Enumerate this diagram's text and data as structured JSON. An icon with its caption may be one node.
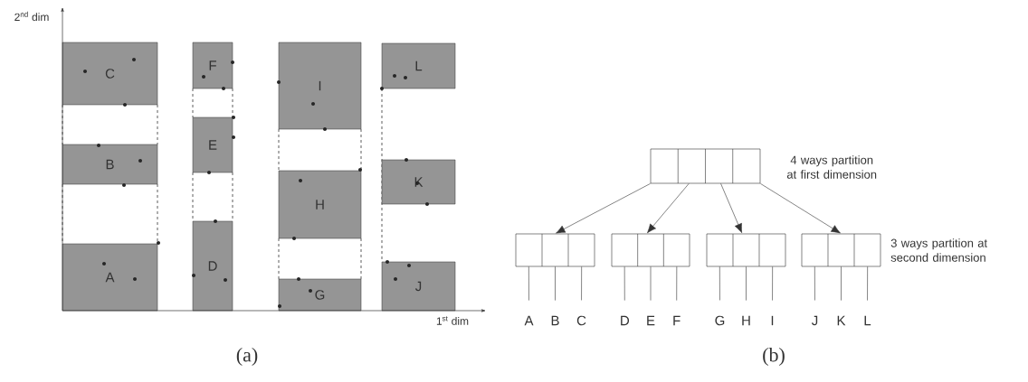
{
  "diagram": {
    "nodes": [
      {
        "text": [
          "C"
        ]
      },
      {
        "text": [
          "B"
        ]
      },
      {
        "text": [
          "A"
        ]
      },
      {
        "text": [
          "F"
        ]
      },
      {
        "text": [
          "E"
        ]
      },
      {
        "text": [
          "D"
        ]
      },
      {
        "text": [
          "I"
        ]
      },
      {
        "text": [
          "H"
        ]
      },
      {
        "text": [
          "G"
        ]
      },
      {
        "text": [
          "L"
        ]
      },
      {
        "text": [
          "K"
        ]
      },
      {
        "text": [
          "J"
        ]
      },
      {
        "text": [],
        "shape": "box",
        "beside": [
          "4 ways partition at first dimension"
        ]
      },
      {
        "text": [],
        "shape": "box"
      },
      {
        "text": [],
        "shape": "box"
      },
      {
        "text": [],
        "shape": "box"
      },
      {
        "text": [],
        "shape": "box",
        "beside": [
          "3 ways partition at second dimension"
        ]
      },
      {
        "text": [
          "A"
        ]
      },
      {
        "text": [
          "B"
        ]
      },
      {
        "text": [
          "C"
        ]
      },
      {
        "text": [
          "D"
        ]
      },
      {
        "text": [
          "E"
        ]
      },
      {
        "text": [
          "F"
        ]
      },
      {
        "text": [
          "G"
        ]
      },
      {
        "text": [
          "H"
        ]
      },
      {
        "text": [
          "I"
        ]
      },
      {
        "text": [
          "J"
        ]
      },
      {
        "text": [
          "K"
        ]
      },
      {
        "text": [
          "L"
        ]
      }
    ],
    "edges": [
      {
        "from": 12,
        "to": 13,
        "arrow": "to"
      },
      {
        "from": 12,
        "to": 14,
        "arrow": "to"
      },
      {
        "from": 12,
        "to": 15,
        "arrow": "to"
      },
      {
        "from": 12,
        "to": 16,
        "arrow": "to"
      },
      {
        "from": 13,
        "to": 17,
        "arrow": "none"
      },
      {
        "from": 13,
        "to": 18,
        "arrow": "none"
      },
      {
        "from": 13,
        "to": 19,
        "arrow": "none"
      },
      {
        "from": 14,
        "to": 20,
        "arrow": "none"
      },
      {
        "from": 14,
        "to": 21,
        "arrow": "none"
      },
      {
        "from": 14,
        "to": 22,
        "arrow": "none"
      },
      {
        "from": 15,
        "to": 23,
        "arrow": "none"
      },
      {
        "from": 15,
        "to": 24,
        "arrow": "none"
      },
      {
        "from": 15,
        "to": 25,
        "arrow": "none"
      },
      {
        "from": 16,
        "to": 26,
        "arrow": "none"
      },
      {
        "from": 16,
        "to": 27,
        "arrow": "none"
      },
      {
        "from": 16,
        "to": 28,
        "arrow": "none"
      }
    ],
    "labels": [
      "2$^{nd}$ dim",
      "1$^{st}$ dim",
      "(a)",
      "(b)"
    ]
  }
}
